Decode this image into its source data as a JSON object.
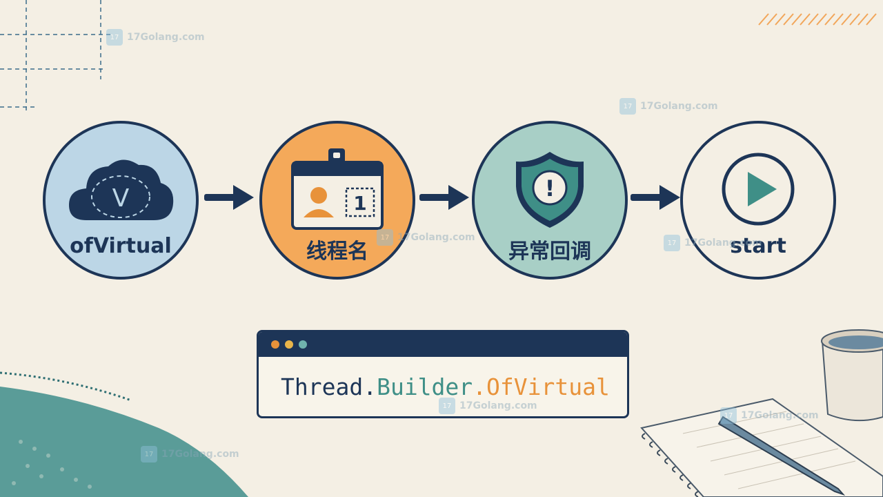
{
  "steps": [
    {
      "label": "ofVirtual",
      "icon": "cloud-v-icon"
    },
    {
      "label": "线程名",
      "icon": "id-badge-icon",
      "badge_number": "1"
    },
    {
      "label": "异常回调",
      "icon": "shield-alert-icon",
      "alert_glyph": "!"
    },
    {
      "label": "start",
      "icon": "play-icon"
    }
  ],
  "cloud_letter": "V",
  "code": {
    "part1": "Thread.",
    "part2": "Builder",
    "part3": ".OfVirtual"
  },
  "watermark": "17Golang.com",
  "colors": {
    "navy": "#1d3557",
    "blue_fill": "#bcd6e6",
    "orange_fill": "#f4a95a",
    "teal_fill": "#a8cfc6",
    "teal_accent": "#3f8f87",
    "orange_accent": "#e8923a",
    "dot_orange": "#e8923a",
    "dot_yellow": "#e9b54a",
    "dot_teal": "#6fb3ad"
  }
}
